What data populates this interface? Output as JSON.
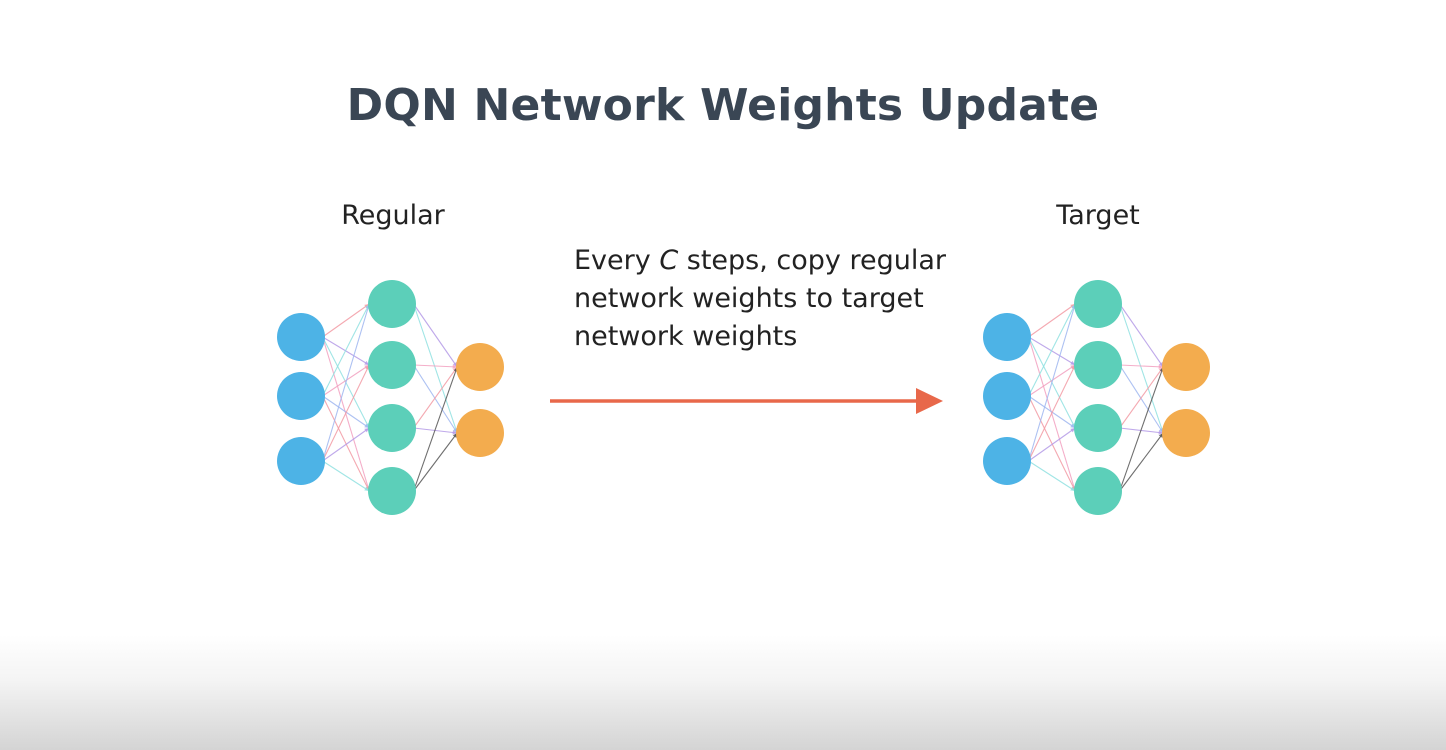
{
  "title": "DQN Network Weights Update",
  "regular_label": "Regular",
  "target_label": "Target",
  "caption": {
    "part1": "Every ",
    "variable": "C",
    "part2": " steps, copy regular network weights to target network weights"
  },
  "colors": {
    "title": "#3a4654",
    "input_node": "#4db3e6",
    "hidden_node": "#5ccfb9",
    "output_node": "#f3ac4e",
    "arrow": "#e8684a",
    "edge_palette": [
      "#f29aa3",
      "#b49ae6",
      "#8fe0e0",
      "#f2a0c0",
      "#9fb6f0",
      "#555555"
    ]
  },
  "network": {
    "layers": [
      "input",
      "hidden",
      "output"
    ],
    "layer_sizes": [
      3,
      4,
      2
    ]
  },
  "arrow_icon": "right-arrow-icon"
}
